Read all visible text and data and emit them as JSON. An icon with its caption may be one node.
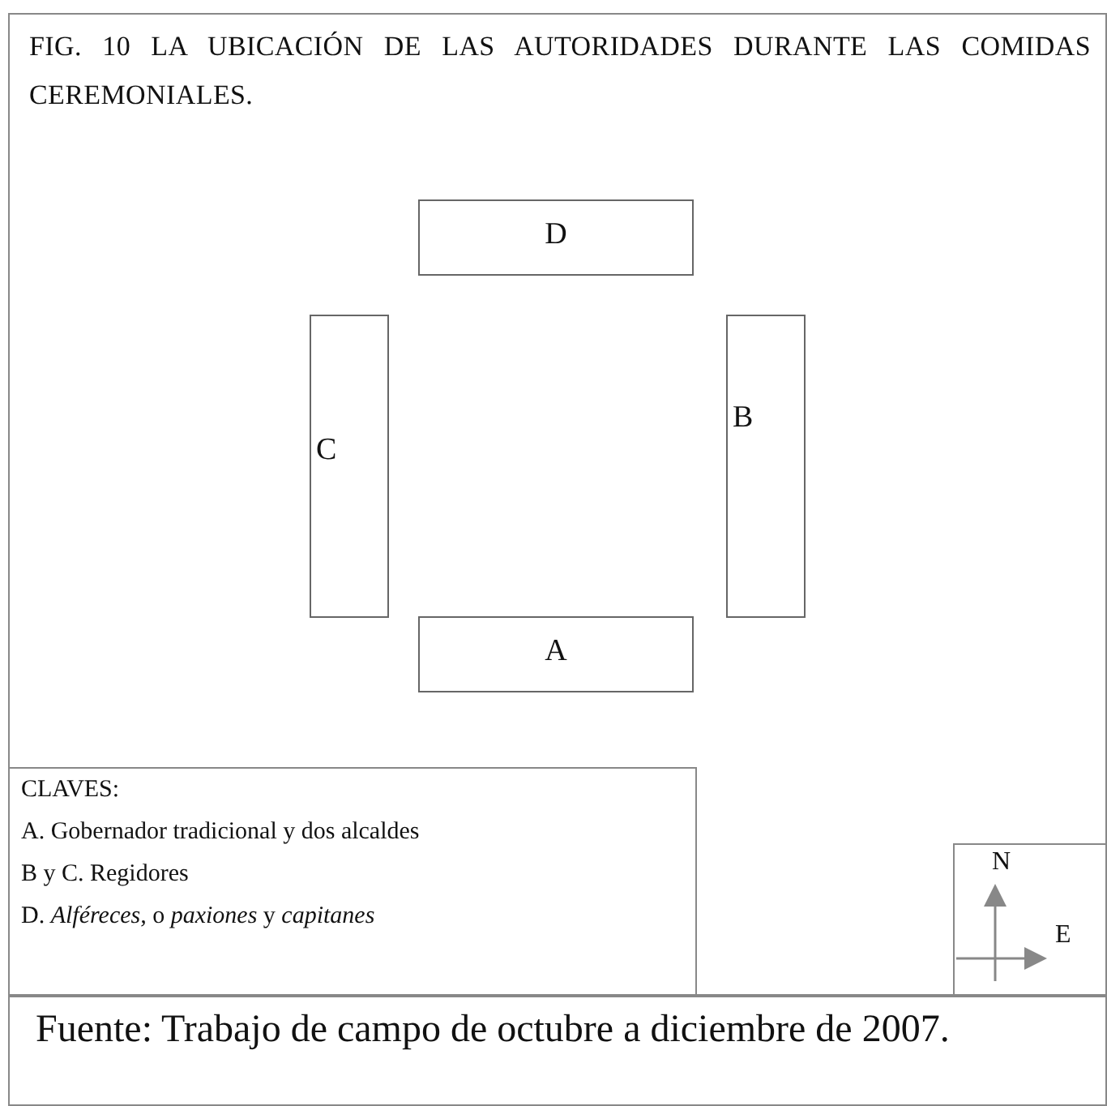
{
  "diagram": {
    "title": "FIG. 10 LA UBICACIÓN DE LAS AUTORIDADES DURANTE LAS COMIDAS CEREMONIALES.",
    "caption": "Fuente: Trabajo de campo de octubre a diciembre de 2007.",
    "nodes": [
      {
        "text": [
          "D"
        ]
      },
      {
        "text": [
          "C"
        ]
      },
      {
        "text": [
          "B"
        ]
      },
      {
        "text": [
          "A"
        ]
      }
    ],
    "labels": [
      "CLAVES:",
      "A. Gobernador tradicional y dos alcaldes",
      "B y C. Regidores",
      "D. *Alféreces,* o *paxiones* y *capitanes*",
      "N",
      "E"
    ]
  }
}
